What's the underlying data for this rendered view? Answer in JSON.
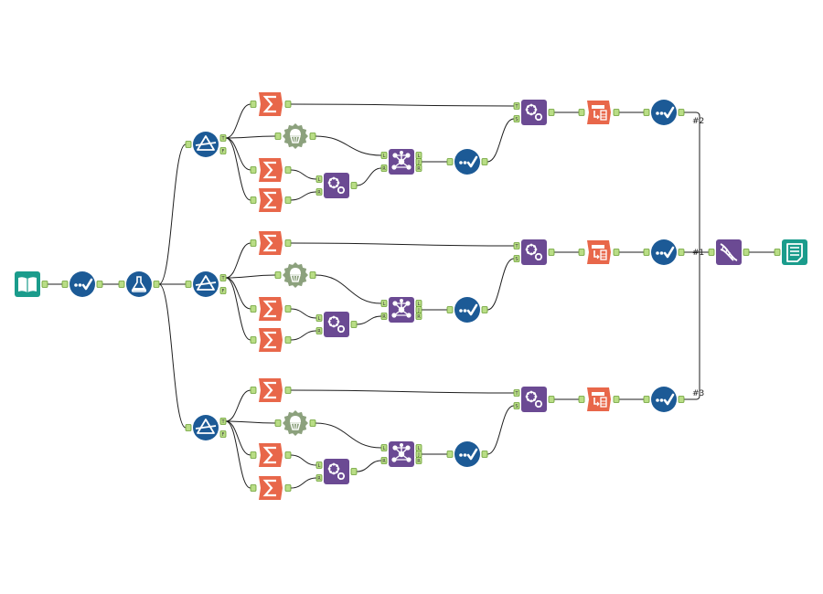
{
  "canvas": {
    "background": "#ffffff"
  },
  "colors": {
    "teal": "#1a9c8c",
    "blue": "#1c5a96",
    "orange": "#e8674a",
    "purple": "#6b4a93",
    "olive": "#8ca17d",
    "connector": "#b9dd86"
  },
  "workflow": {
    "tools": [
      {
        "id": "input-data",
        "icon": "book-open-icon",
        "kind": "input"
      },
      {
        "id": "select-main",
        "icon": "check-icon",
        "kind": "select"
      },
      {
        "id": "formula-main",
        "icon": "flask-icon",
        "kind": "formula"
      },
      {
        "id": "filter-2",
        "icon": "filter-icon",
        "kind": "filter",
        "anchors": [
          "T",
          "F"
        ]
      },
      {
        "id": "filter-1",
        "icon": "filter-icon",
        "kind": "filter",
        "anchors": [
          "T",
          "F"
        ]
      },
      {
        "id": "filter-3",
        "icon": "filter-icon",
        "kind": "filter",
        "anchors": [
          "T",
          "F"
        ]
      },
      {
        "id": "summarize-2a",
        "icon": "sigma-icon",
        "kind": "summarize"
      },
      {
        "id": "summarize-2b",
        "icon": "sigma-icon",
        "kind": "summarize"
      },
      {
        "id": "summarize-2c",
        "icon": "sigma-icon",
        "kind": "summarize"
      },
      {
        "id": "summarize-1a",
        "icon": "sigma-icon",
        "kind": "summarize"
      },
      {
        "id": "summarize-1b",
        "icon": "sigma-icon",
        "kind": "summarize"
      },
      {
        "id": "summarize-1c",
        "icon": "sigma-icon",
        "kind": "summarize"
      },
      {
        "id": "summarize-3a",
        "icon": "sigma-icon",
        "kind": "summarize"
      },
      {
        "id": "summarize-3b",
        "icon": "sigma-icon",
        "kind": "summarize"
      },
      {
        "id": "summarize-3c",
        "icon": "sigma-icon",
        "kind": "summarize"
      },
      {
        "id": "sample-2",
        "icon": "cupcake-icon",
        "kind": "sample"
      },
      {
        "id": "sample-1",
        "icon": "cupcake-icon",
        "kind": "sample"
      },
      {
        "id": "sample-3",
        "icon": "cupcake-icon",
        "kind": "sample"
      },
      {
        "id": "macro-small-2",
        "icon": "gears-icon",
        "kind": "macro",
        "anchors": [
          "L",
          "R"
        ]
      },
      {
        "id": "macro-small-1",
        "icon": "gears-icon",
        "kind": "macro",
        "anchors": [
          "L",
          "R"
        ]
      },
      {
        "id": "macro-small-3",
        "icon": "gears-icon",
        "kind": "macro",
        "anchors": [
          "L",
          "R"
        ]
      },
      {
        "id": "join-2",
        "icon": "network-icon",
        "kind": "join",
        "anchors": [
          "L",
          "R",
          "L",
          "J",
          "R"
        ]
      },
      {
        "id": "join-1",
        "icon": "network-icon",
        "kind": "join",
        "anchors": [
          "L",
          "R",
          "L",
          "J",
          "R"
        ]
      },
      {
        "id": "join-3",
        "icon": "network-icon",
        "kind": "join",
        "anchors": [
          "L",
          "R",
          "L",
          "J",
          "R"
        ]
      },
      {
        "id": "select-2a",
        "icon": "check-icon",
        "kind": "select"
      },
      {
        "id": "select-1a",
        "icon": "check-icon",
        "kind": "select"
      },
      {
        "id": "select-3a",
        "icon": "check-icon",
        "kind": "select"
      },
      {
        "id": "macro-big-2",
        "icon": "gears-icon",
        "kind": "macro",
        "anchors": [
          "T",
          "S"
        ]
      },
      {
        "id": "macro-big-1",
        "icon": "gears-icon",
        "kind": "macro",
        "anchors": [
          "T",
          "S"
        ]
      },
      {
        "id": "macro-big-3",
        "icon": "gears-icon",
        "kind": "macro",
        "anchors": [
          "T",
          "S"
        ]
      },
      {
        "id": "crosstab-2",
        "icon": "crosstab-icon",
        "kind": "crosstab"
      },
      {
        "id": "crosstab-1",
        "icon": "crosstab-icon",
        "kind": "crosstab"
      },
      {
        "id": "crosstab-3",
        "icon": "crosstab-icon",
        "kind": "crosstab"
      },
      {
        "id": "select-2b",
        "icon": "check-icon",
        "kind": "select"
      },
      {
        "id": "select-1b",
        "icon": "check-icon",
        "kind": "select"
      },
      {
        "id": "select-3b",
        "icon": "check-icon",
        "kind": "select"
      },
      {
        "id": "union",
        "icon": "dna-icon",
        "kind": "union"
      },
      {
        "id": "output-data",
        "icon": "document-icon",
        "kind": "output"
      }
    ],
    "connection_labels": [
      "#2",
      "#1",
      "#3"
    ]
  }
}
